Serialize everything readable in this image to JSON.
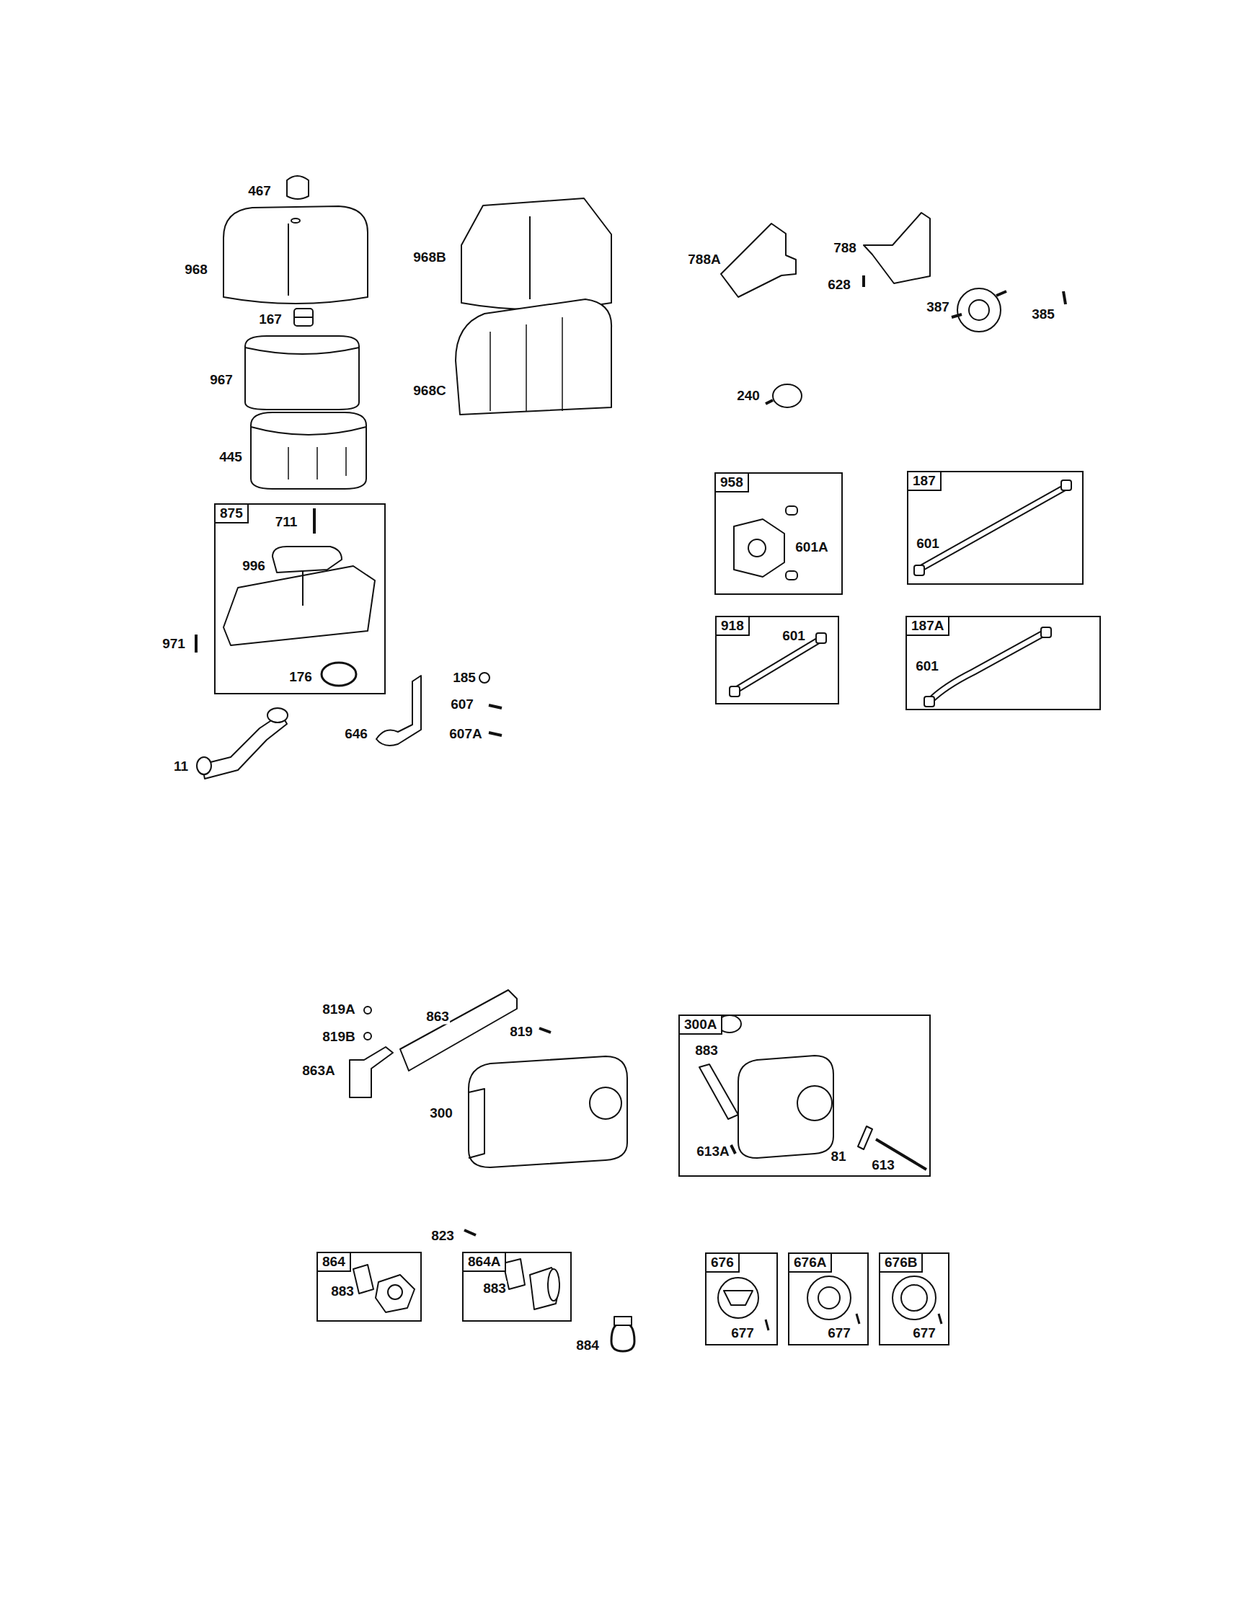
{
  "diagram": {
    "nodes": [
      {
        "text": [
          "875",
          "711",
          "996",
          "176"
        ]
      },
      {
        "text": [
          "958",
          "601A"
        ]
      },
      {
        "text": [
          "187",
          "601"
        ]
      },
      {
        "text": [
          "918",
          "601"
        ]
      },
      {
        "text": [
          "187A",
          "601"
        ]
      },
      {
        "text": [
          "300A",
          "883",
          "613A",
          "81",
          "613"
        ]
      },
      {
        "text": [
          "864",
          "883"
        ]
      },
      {
        "text": [
          "864A",
          "883"
        ]
      },
      {
        "text": [
          "676",
          "677"
        ]
      },
      {
        "text": [
          "676A",
          "677"
        ]
      },
      {
        "text": [
          "676B",
          "677"
        ]
      }
    ],
    "labels": [
      "467",
      "968",
      "968B",
      "167",
      "967",
      "968C",
      "445",
      "971",
      "185",
      "607",
      "607A",
      "646",
      "11",
      "788A",
      "788",
      "628",
      "387",
      "385",
      "240",
      "819A",
      "863",
      "819B",
      "819",
      "863A",
      "300",
      "823",
      "884"
    ]
  }
}
